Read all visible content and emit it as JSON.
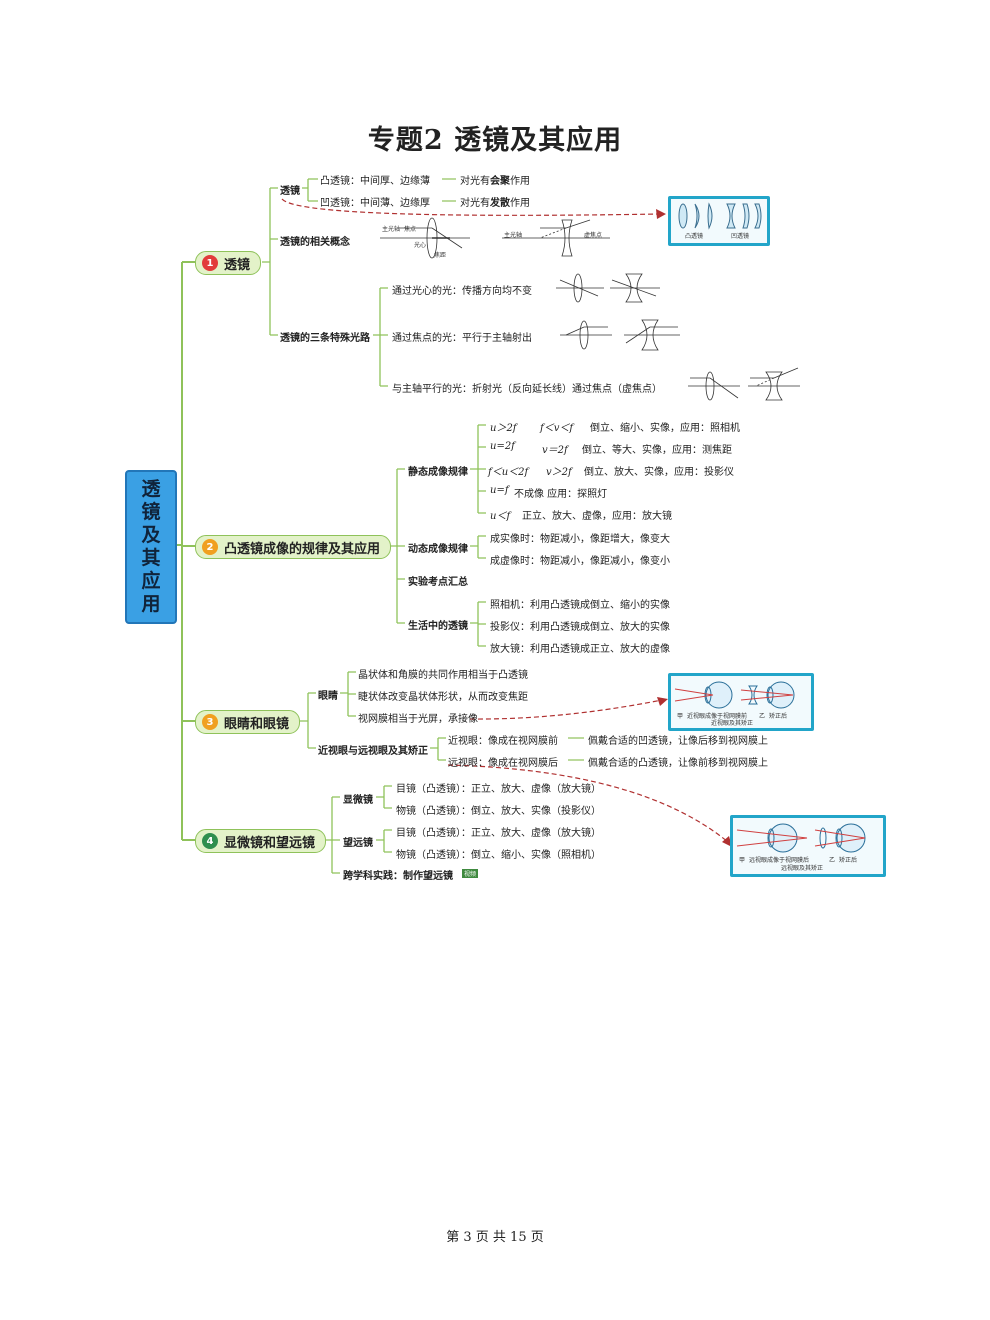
{
  "title": "专题2  透镜及其应用",
  "root": [
    "透",
    "镜",
    "及",
    "其",
    "应",
    "用"
  ],
  "branch1": {
    "num": "1",
    "label": "透镜",
    "tj": "透镜",
    "tuLabel": "凸透镜：中间厚、边缘薄",
    "tuEffect1": "对光有",
    "tuEffect2": "会聚",
    "tuEffect3": "作用",
    "aoLabel": "凹透镜：中间薄、边缘厚",
    "aoEffect1": "对光有",
    "aoEffect2": "发散",
    "aoEffect3": "作用",
    "related": "透镜的相关概念",
    "rays": "透镜的三条特殊光路",
    "ray1": "通过光心的光：传播方向均不变",
    "ray2": "通过焦点的光：平行于主轴射出",
    "ray3": "与主轴平行的光：折射光（反向延长线）通过焦点（虚焦点）",
    "imgCap1": "凸透镜",
    "imgCap2": "凹透镜",
    "fig1a": "主光轴",
    "fig1b": "焦点",
    "fig1c": "光心",
    "fig1d": "焦距",
    "fig2a": "主光轴",
    "fig2b": "虚焦点"
  },
  "branch2": {
    "num": "2",
    "label": "凸透镜成像的规律及其应用",
    "static": "静态成像规律",
    "r1u": "u＞2f",
    "r1v": "f＜v＜f",
    "r1t": "倒立、缩小、实像，应用：照相机",
    "r2u": "u=2f",
    "r2v": "v＝2f",
    "r2t": "倒立、等大、实像，应用：测焦距",
    "r3u": "f＜u＜2f",
    "r3v": "v＞2f",
    "r3t": "倒立、放大、实像，应用：投影仪",
    "r4u": "u=f",
    "r4t": "不成像      应用：探照灯",
    "r5u": "u＜f",
    "r5t": "正立、放大、虚像，应用：放大镜",
    "dynamic": "动态成像规律",
    "d1": "成实像时：物距减小，像距增大，像变大",
    "d2": "成虚像时：物距减小，像距减小，像变小",
    "exp": "实验考点汇总",
    "life": "生活中的透镜",
    "l1": "照相机：利用凸透镜成倒立、缩小的实像",
    "l2": "投影仪：利用凸透镜成倒立、放大的实像",
    "l3": "放大镜：利用凸透镜成正立、放大的虚像"
  },
  "branch3": {
    "num": "3",
    "label": "眼睛和眼镜",
    "eye": "眼睛",
    "e1": "晶状体和角膜的共同作用相当于凸透镜",
    "e2": "睫状体改变晶状体形状，从而改变焦距",
    "e3": "视网膜相当于光屏，承接像",
    "fix": "近视眼与远视眼及其矫正",
    "f1a": "近视眼：像成在视网膜前",
    "f1b": "佩戴合适的凹透镜，让像后移到视网膜上",
    "f2a": "远视眼：像成在视网膜后",
    "f2b": "佩戴合适的凸透镜，让像前移到视网膜上",
    "capA1": "甲",
    "capA2": "近视眼成像于视网膜前",
    "capA3": "乙",
    "capA4": "矫正后",
    "capA5": "近视眼及其矫正",
    "capB1": "甲",
    "capB2": "远视眼成像于视网膜后",
    "capB3": "乙",
    "capB4": "矫正后",
    "capB5": "远视眼及其矫正"
  },
  "branch4": {
    "num": "4",
    "label": "显微镜和望远镜",
    "micro": "显微镜",
    "m1": "目镜（凸透镜）：正立、放大、虚像（放大镜）",
    "m2": "物镜（凸透镜）：倒立、放大、实像（投影仪）",
    "tele": "望远镜",
    "t1": "目镜（凸透镜）：正立、放大、虚像（放大镜）",
    "t2": "物镜（凸透镜）：倒立、缩小、实像（照相机）",
    "practice": "跨学科实践：制作望远镜",
    "tag": "视频"
  },
  "colors": {
    "num1": "#e23b3b",
    "num2": "#f0a020",
    "num3": "#f0a020",
    "num4": "#2f8f4f",
    "line": "#8fc25a",
    "dash": "#c0392b"
  },
  "footer": "第 3 页  共 15 页"
}
